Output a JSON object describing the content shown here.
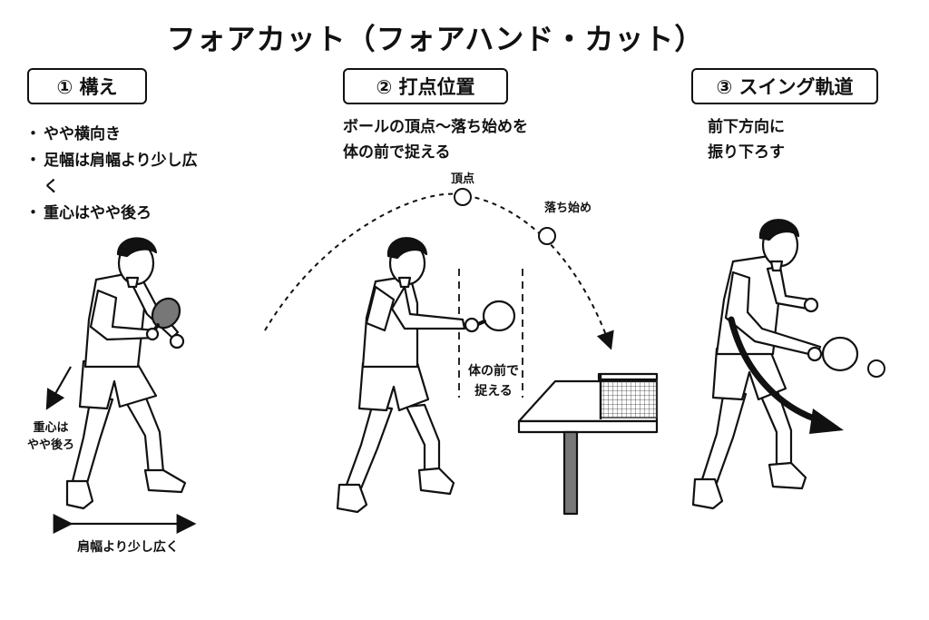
{
  "title": "フォアカット（フォアハンド・カット）",
  "sections": [
    {
      "label": "① 構え",
      "bullets": [
        "やや横向き",
        "足幅は肩幅より少し広く",
        "重心はやや後ろ"
      ],
      "annotations": {
        "weight": [
          "重心は",
          "やや後ろ"
        ],
        "stance": "肩幅より少し広く"
      }
    },
    {
      "label": "② 打点位置",
      "description": [
        "ボールの頂点〜落ち始めを",
        "体の前で捉える"
      ],
      "annotations": {
        "apex": "頂点",
        "falling": "落ち始め",
        "front": [
          "体の前で",
          "捉える"
        ]
      }
    },
    {
      "label": "③ スイング軌道",
      "description": [
        "前下方向に",
        "振り下ろす"
      ]
    }
  ],
  "colors": {
    "ink": "#111111",
    "paper": "#ffffff",
    "net": "#555555"
  }
}
